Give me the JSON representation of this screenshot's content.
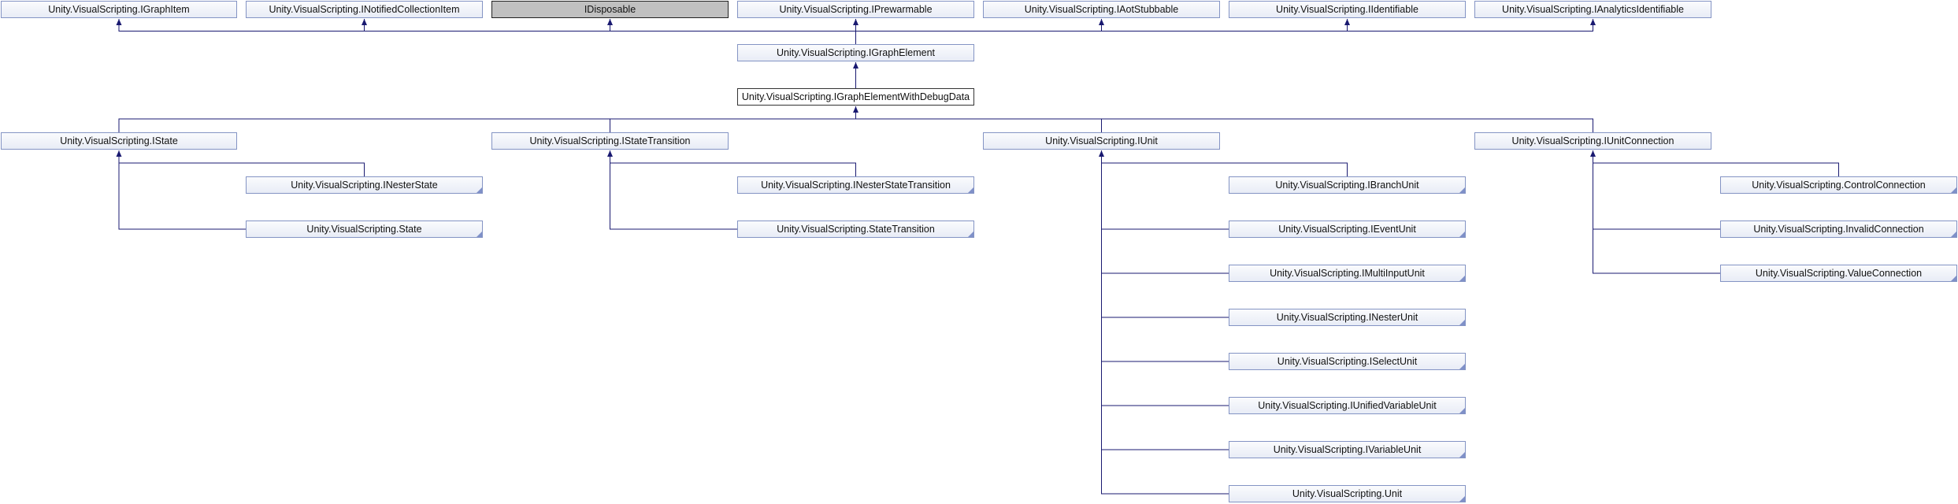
{
  "diagram": {
    "focus": "Unity.VisualScripting.IGraphElementWithDebugData",
    "colors": {
      "edge": "#191970",
      "border": "#8494c4",
      "external": "#c0c0c0"
    },
    "nodes": [
      {
        "id": "igraphitem",
        "label": "Unity.VisualScripting.IGraphItem"
      },
      {
        "id": "inotified",
        "label": "Unity.VisualScripting.INotifiedCollectionItem"
      },
      {
        "id": "idisposable",
        "label": "IDisposable"
      },
      {
        "id": "iprewarmable",
        "label": "Unity.VisualScripting.IPrewarmable"
      },
      {
        "id": "iaotstubbable",
        "label": "Unity.VisualScripting.IAotStubbable"
      },
      {
        "id": "iidentifiable",
        "label": "Unity.VisualScripting.IIdentifiable"
      },
      {
        "id": "ianalytics",
        "label": "Unity.VisualScripting.IAnalyticsIdentifiable"
      },
      {
        "id": "igraphelement",
        "label": "Unity.VisualScripting.IGraphElement"
      },
      {
        "id": "focus",
        "label": "Unity.VisualScripting.IGraphElementWithDebugData"
      },
      {
        "id": "istate",
        "label": "Unity.VisualScripting.IState"
      },
      {
        "id": "istatetransition",
        "label": "Unity.VisualScripting.IStateTransition"
      },
      {
        "id": "iunit",
        "label": "Unity.VisualScripting.IUnit"
      },
      {
        "id": "iunitconnection",
        "label": "Unity.VisualScripting.IUnitConnection"
      },
      {
        "id": "inesterstate",
        "label": "Unity.VisualScripting.INesterState"
      },
      {
        "id": "state",
        "label": "Unity.VisualScripting.State"
      },
      {
        "id": "inesterstatetransition",
        "label": "Unity.VisualScripting.INesterStateTransition"
      },
      {
        "id": "statetransition",
        "label": "Unity.VisualScripting.StateTransition"
      },
      {
        "id": "ibranchunit",
        "label": "Unity.VisualScripting.IBranchUnit"
      },
      {
        "id": "ieventunit",
        "label": "Unity.VisualScripting.IEventUnit"
      },
      {
        "id": "imultiinputunit",
        "label": "Unity.VisualScripting.IMultiInputUnit"
      },
      {
        "id": "inesterunit",
        "label": "Unity.VisualScripting.INesterUnit"
      },
      {
        "id": "iselectunit",
        "label": "Unity.VisualScripting.ISelectUnit"
      },
      {
        "id": "iunifiedvariableunit",
        "label": "Unity.VisualScripting.IUnifiedVariableUnit"
      },
      {
        "id": "ivariableunit",
        "label": "Unity.VisualScripting.IVariableUnit"
      },
      {
        "id": "unit",
        "label": "Unity.VisualScripting.Unit"
      },
      {
        "id": "controlconnection",
        "label": "Unity.VisualScripting.ControlConnection"
      },
      {
        "id": "invalidconnection",
        "label": "Unity.VisualScripting.InvalidConnection"
      },
      {
        "id": "valueconnection",
        "label": "Unity.VisualScripting.ValueConnection"
      }
    ],
    "edges": [
      {
        "from": "igraphelement",
        "to": "igraphitem"
      },
      {
        "from": "igraphelement",
        "to": "inotified"
      },
      {
        "from": "igraphelement",
        "to": "idisposable"
      },
      {
        "from": "igraphelement",
        "to": "iprewarmable"
      },
      {
        "from": "igraphelement",
        "to": "iaotstubbable"
      },
      {
        "from": "igraphelement",
        "to": "iidentifiable"
      },
      {
        "from": "igraphelement",
        "to": "ianalytics"
      },
      {
        "from": "focus",
        "to": "igraphelement"
      },
      {
        "from": "istate",
        "to": "focus"
      },
      {
        "from": "istatetransition",
        "to": "focus"
      },
      {
        "from": "iunit",
        "to": "focus"
      },
      {
        "from": "iunitconnection",
        "to": "focus"
      },
      {
        "from": "inesterstate",
        "to": "istate"
      },
      {
        "from": "state",
        "to": "istate"
      },
      {
        "from": "inesterstatetransition",
        "to": "istatetransition"
      },
      {
        "from": "statetransition",
        "to": "istatetransition"
      },
      {
        "from": "ibranchunit",
        "to": "iunit"
      },
      {
        "from": "ieventunit",
        "to": "iunit"
      },
      {
        "from": "imultiinputunit",
        "to": "iunit"
      },
      {
        "from": "inesterunit",
        "to": "iunit"
      },
      {
        "from": "iselectunit",
        "to": "iunit"
      },
      {
        "from": "iunifiedvariableunit",
        "to": "iunit"
      },
      {
        "from": "ivariableunit",
        "to": "iunit"
      },
      {
        "from": "unit",
        "to": "iunit"
      },
      {
        "from": "controlconnection",
        "to": "iunitconnection"
      },
      {
        "from": "invalidconnection",
        "to": "iunitconnection"
      },
      {
        "from": "valueconnection",
        "to": "iunitconnection"
      }
    ]
  }
}
